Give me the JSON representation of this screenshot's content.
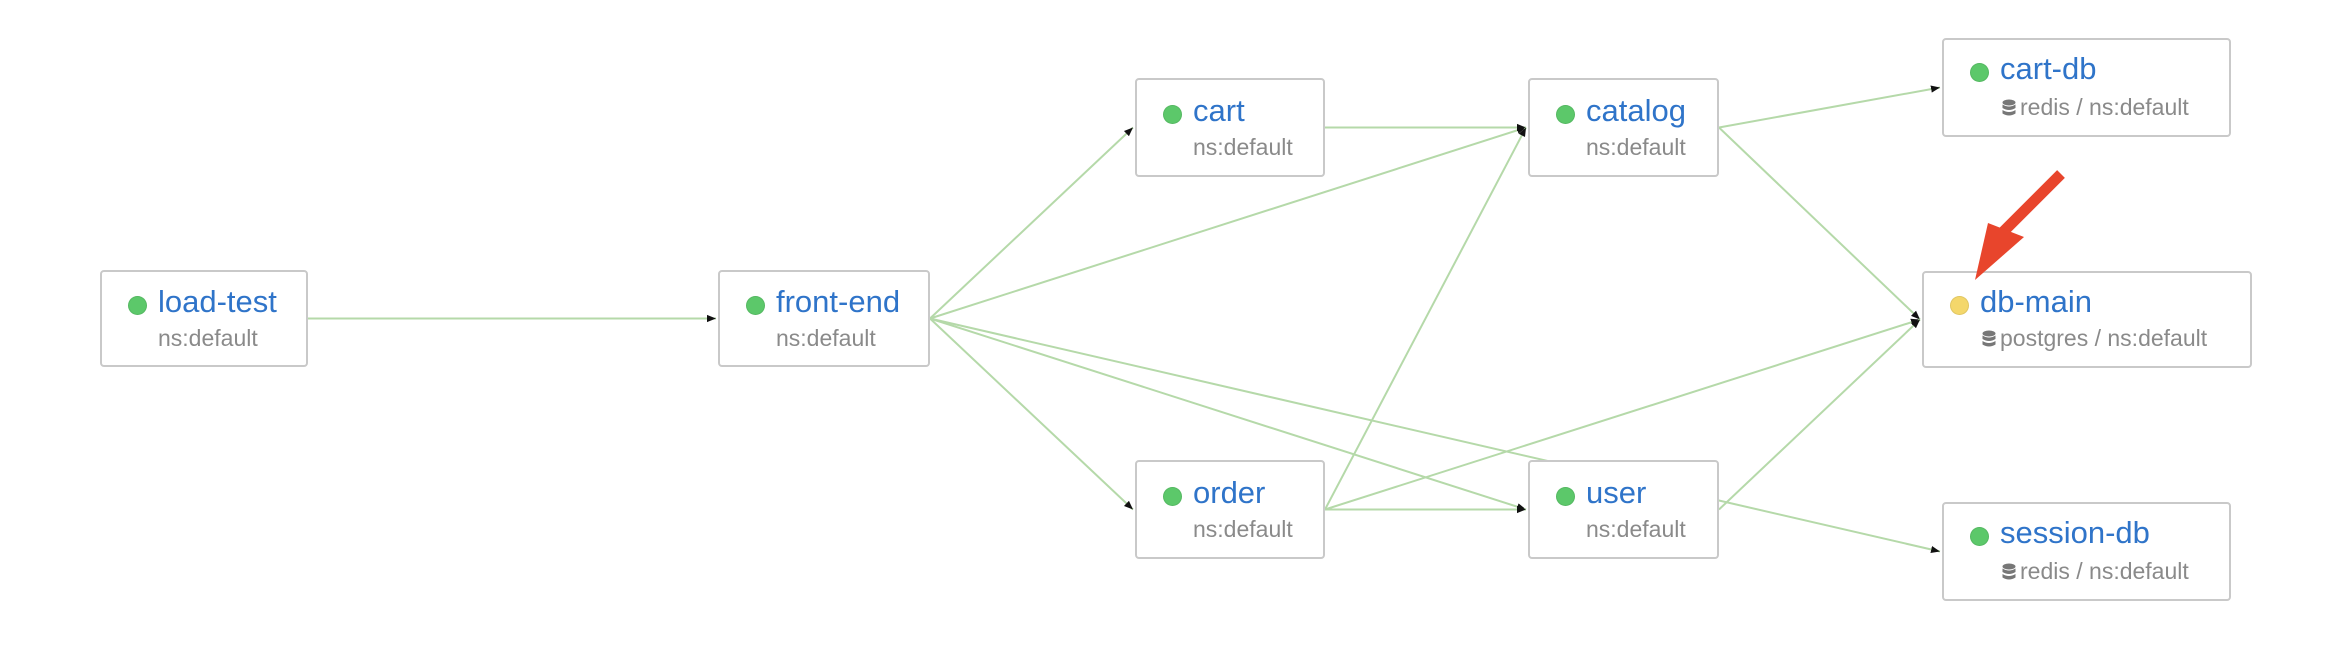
{
  "colors": {
    "status_ok": "#5cc86a",
    "status_warning": "#f4d76b",
    "edge": "#b5d9a9",
    "node_border": "#c9c9c9",
    "title": "#2f74c9",
    "subtitle": "#8a8a8a",
    "highlight_arrow": "#e8452c"
  },
  "nodes": {
    "load_test": {
      "label": "load-test",
      "sub": "ns:default",
      "status": "ok"
    },
    "front_end": {
      "label": "front-end",
      "sub": "ns:default",
      "status": "ok"
    },
    "cart": {
      "label": "cart",
      "sub": "ns:default",
      "status": "ok"
    },
    "order": {
      "label": "order",
      "sub": "ns:default",
      "status": "ok"
    },
    "catalog": {
      "label": "catalog",
      "sub": "ns:default",
      "status": "ok"
    },
    "user": {
      "label": "user",
      "sub": "ns:default",
      "status": "ok"
    },
    "cart_db": {
      "label": "cart-db",
      "sub": "redis / ns:default",
      "status": "ok",
      "icon": "database-icon"
    },
    "db_main": {
      "label": "db-main",
      "sub": "postgres / ns:default",
      "status": "warning",
      "icon": "database-icon"
    },
    "session_db": {
      "label": "session-db",
      "sub": "redis / ns:default",
      "status": "ok",
      "icon": "database-icon"
    }
  },
  "edges": [
    {
      "from": "load_test",
      "to": "front_end"
    },
    {
      "from": "front_end",
      "to": "cart"
    },
    {
      "from": "front_end",
      "to": "catalog"
    },
    {
      "from": "front_end",
      "to": "order"
    },
    {
      "from": "front_end",
      "to": "user"
    },
    {
      "from": "front_end",
      "to": "session_db"
    },
    {
      "from": "cart",
      "to": "catalog"
    },
    {
      "from": "catalog",
      "to": "cart_db"
    },
    {
      "from": "catalog",
      "to": "db_main"
    },
    {
      "from": "order",
      "to": "catalog"
    },
    {
      "from": "order",
      "to": "db_main"
    },
    {
      "from": "order",
      "to": "user"
    },
    {
      "from": "user",
      "to": "db_main"
    }
  ]
}
